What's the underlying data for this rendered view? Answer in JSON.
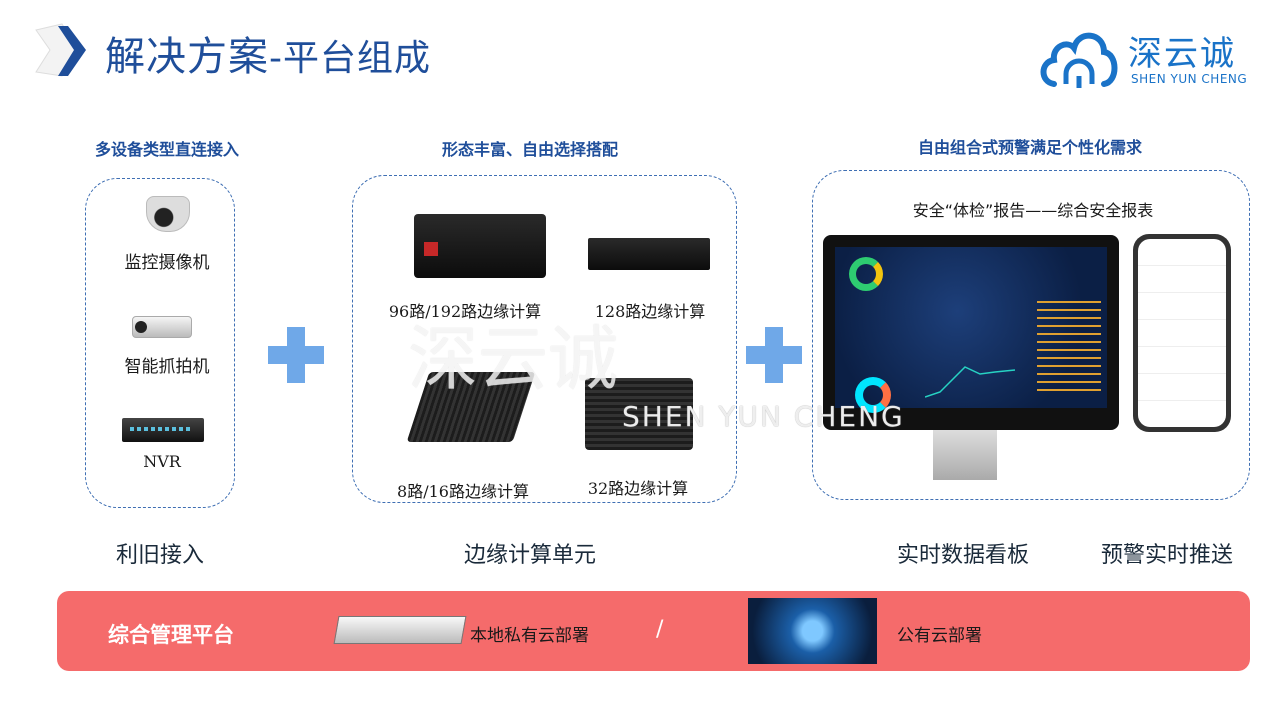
{
  "header": {
    "title_main": "解决方案",
    "title_sub": "-平台组成"
  },
  "logo": {
    "name_cn": "深云诚",
    "name_en": "SHEN YUN CHENG",
    "color": "#1a73c8"
  },
  "watermark": {
    "text_cn": "深云诚",
    "text_en": "SHEN YUN CHENG"
  },
  "sections": [
    {
      "heading": "多设备类型直连接入",
      "items": [
        "监控摄像机",
        "智能抓拍机",
        "NVR"
      ],
      "caption": "利旧接入"
    },
    {
      "heading": "形态丰富、自由选择搭配",
      "items": [
        "96路/192路边缘计算",
        "128路边缘计算",
        "8路/16路边缘计算",
        "32路边缘计算"
      ],
      "caption": "边缘计算单元"
    },
    {
      "heading": "自由组合式预警满足个性化需求",
      "report": "安全“体检”报告——综合安全报表",
      "captions": [
        "实时数据看板",
        "预警实时推送"
      ]
    }
  ],
  "platform": {
    "title": "综合管理平台",
    "local": "本地私有云部署",
    "separator": "/",
    "public": "公有云部署",
    "color": "#f56b6b"
  }
}
